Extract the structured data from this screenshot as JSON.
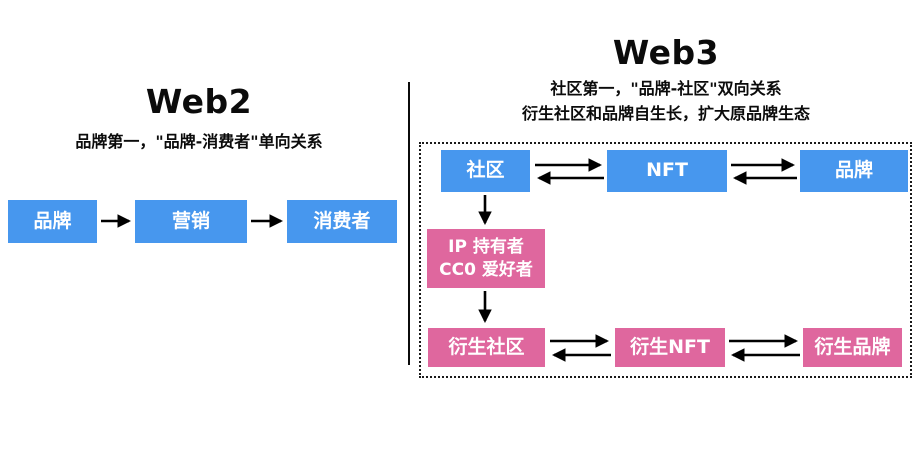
{
  "web2": {
    "title": "Web2",
    "subtitle": "品牌第一，\"品牌-消费者\"单向关系",
    "nodes": [
      {
        "label": "品牌"
      },
      {
        "label": "营销"
      },
      {
        "label": "消费者"
      }
    ]
  },
  "web3": {
    "title": "Web3",
    "subtitle_line1": "社区第一，\"品牌-社区\"双向关系",
    "subtitle_line2": "衍生社区和品牌自生长，扩大原品牌生态",
    "top_nodes": [
      {
        "label": "社区"
      },
      {
        "label": "NFT"
      },
      {
        "label": "品牌"
      }
    ],
    "middle_node": {
      "line1": "IP 持有者",
      "line2": "CC0 爱好者"
    },
    "bottom_nodes": [
      {
        "label": "衍生社区"
      },
      {
        "label": "衍生NFT"
      },
      {
        "label": "衍生品牌"
      }
    ]
  },
  "colors": {
    "node_blue": "#4797EE",
    "node_pink": "#DF679E",
    "arrow": "#000000",
    "text_on_node": "#FFFFFF"
  }
}
